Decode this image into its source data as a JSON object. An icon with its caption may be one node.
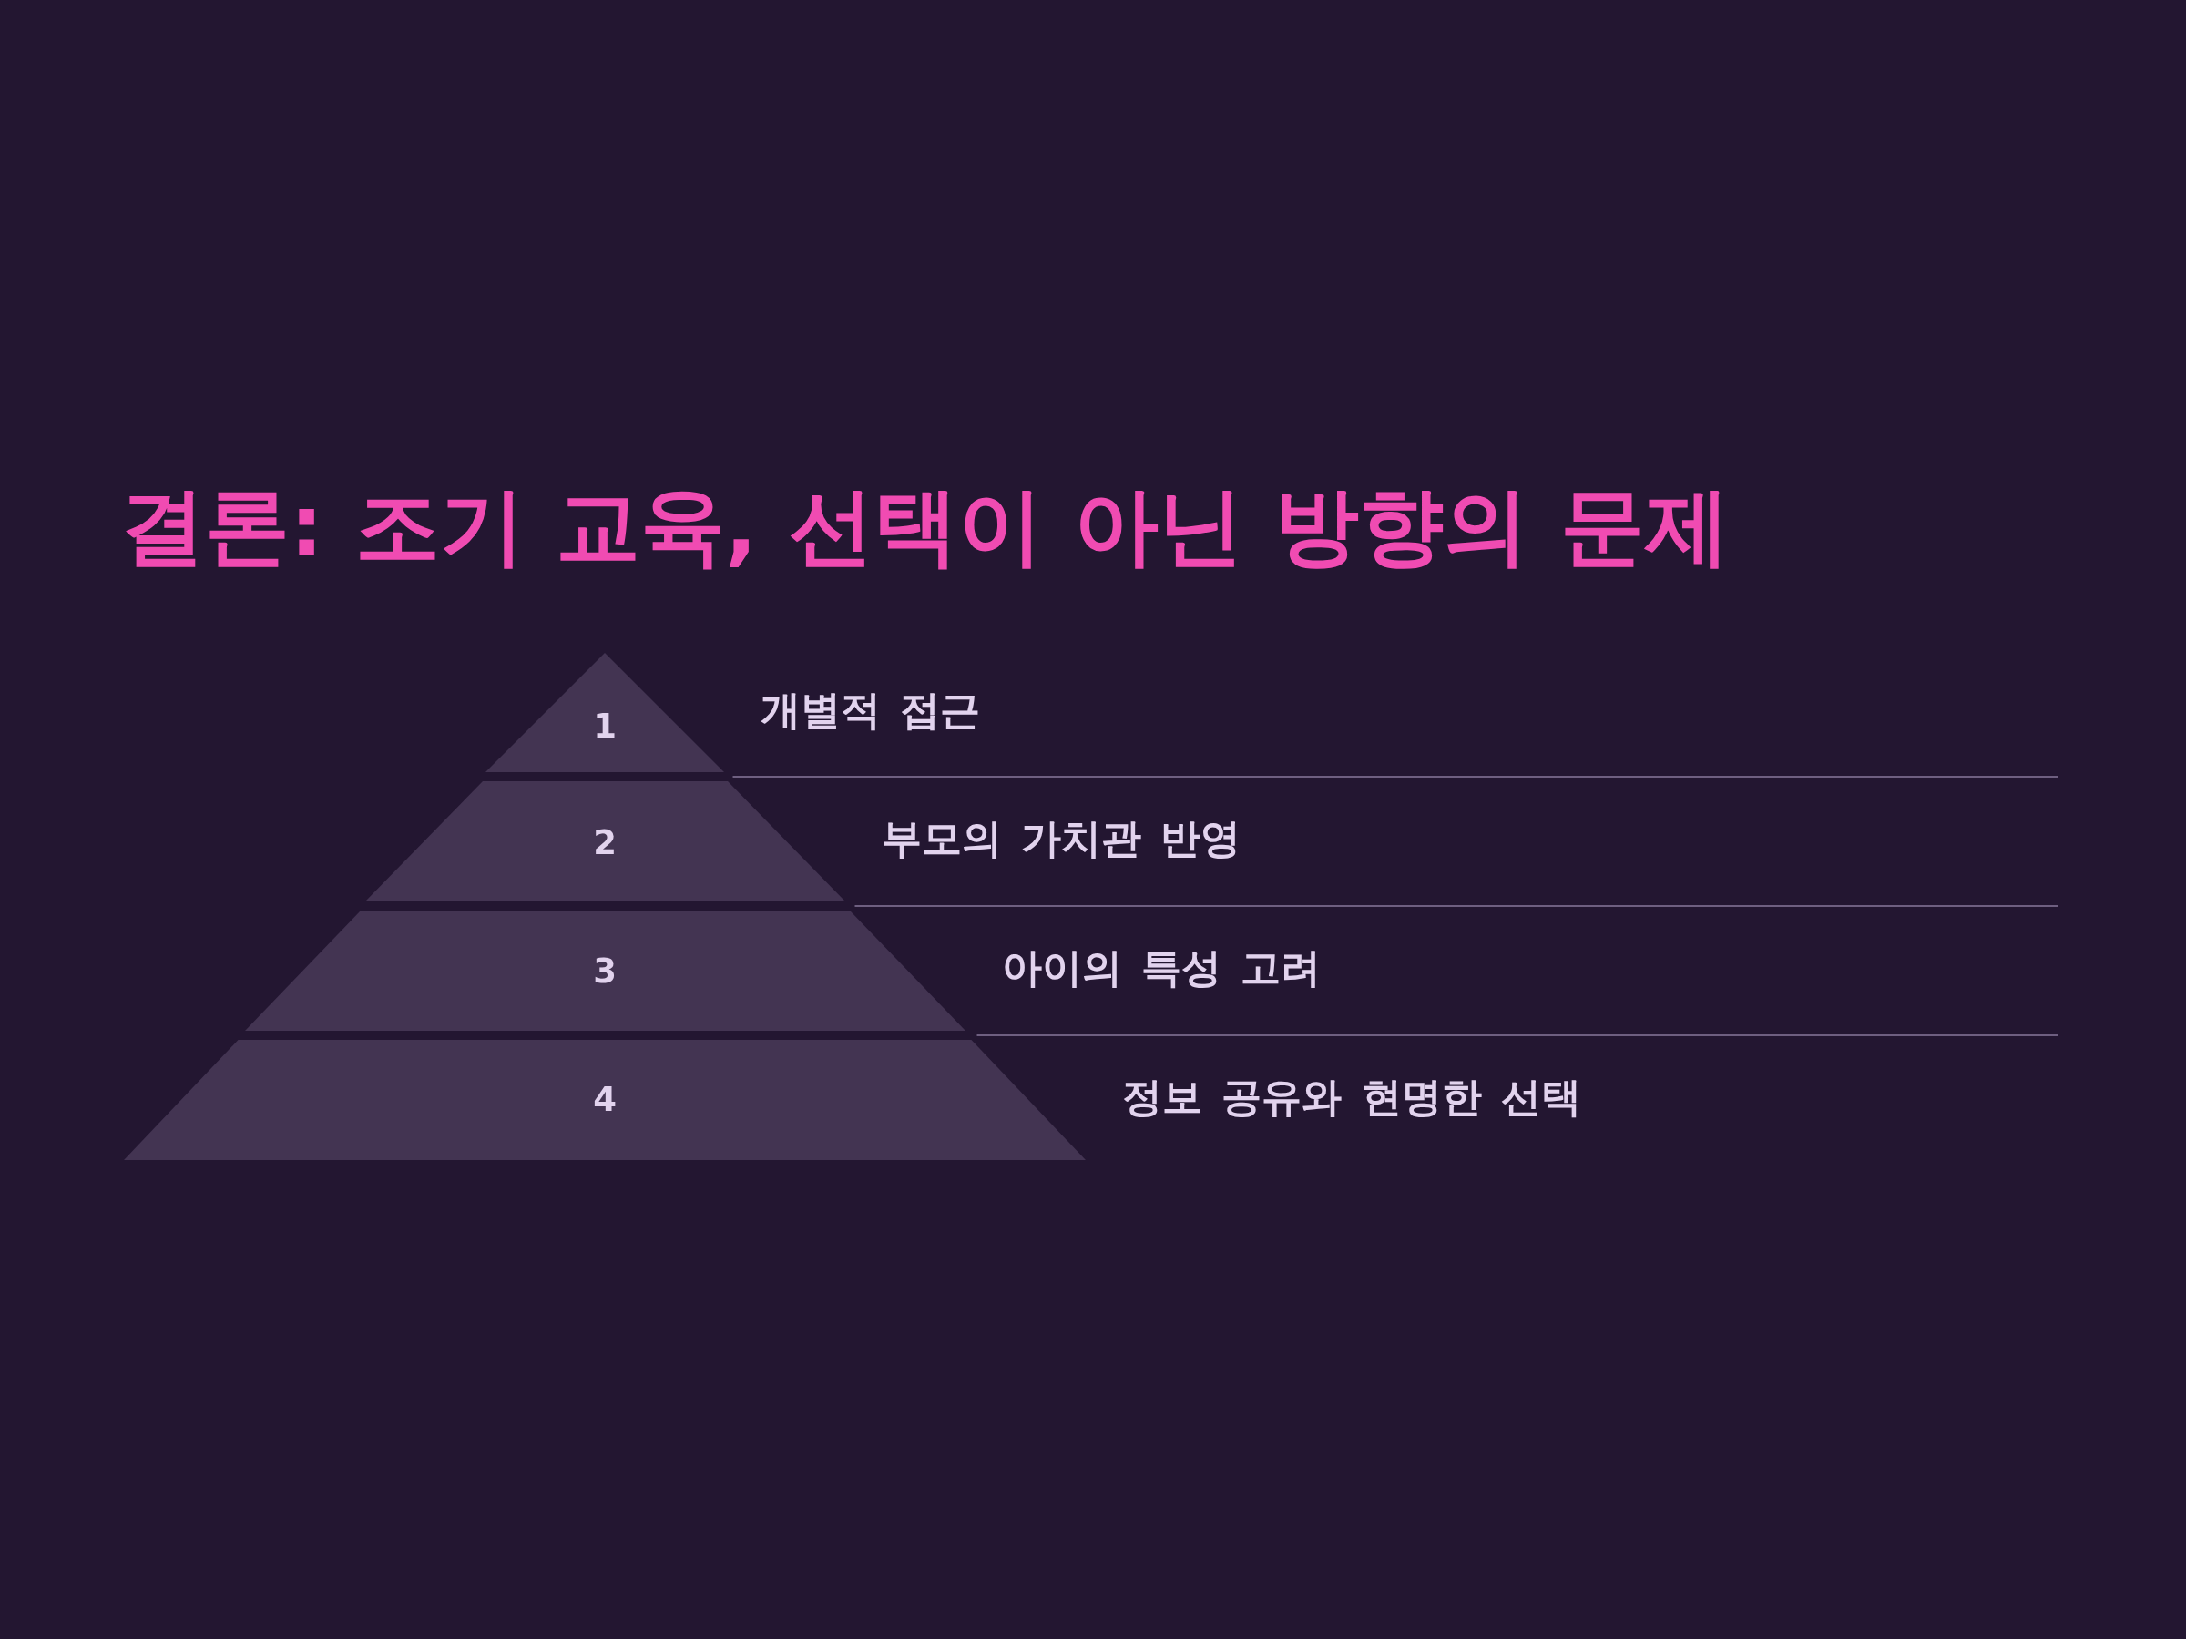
{
  "diagram": {
    "title": "결론: 조기 교육, 선택이 아닌 방향의 문제",
    "nodes": [
      {
        "text": [
          "1"
        ],
        "beside": [
          "개별적 접근"
        ]
      },
      {
        "text": [
          "2"
        ],
        "beside": [
          "부모의 가치관 반영"
        ]
      },
      {
        "text": [
          "3"
        ],
        "beside": [
          "아이의 특성 고려"
        ]
      },
      {
        "text": [
          "4"
        ],
        "beside": [
          "정보 공유와 현명한 선택"
        ]
      }
    ]
  }
}
